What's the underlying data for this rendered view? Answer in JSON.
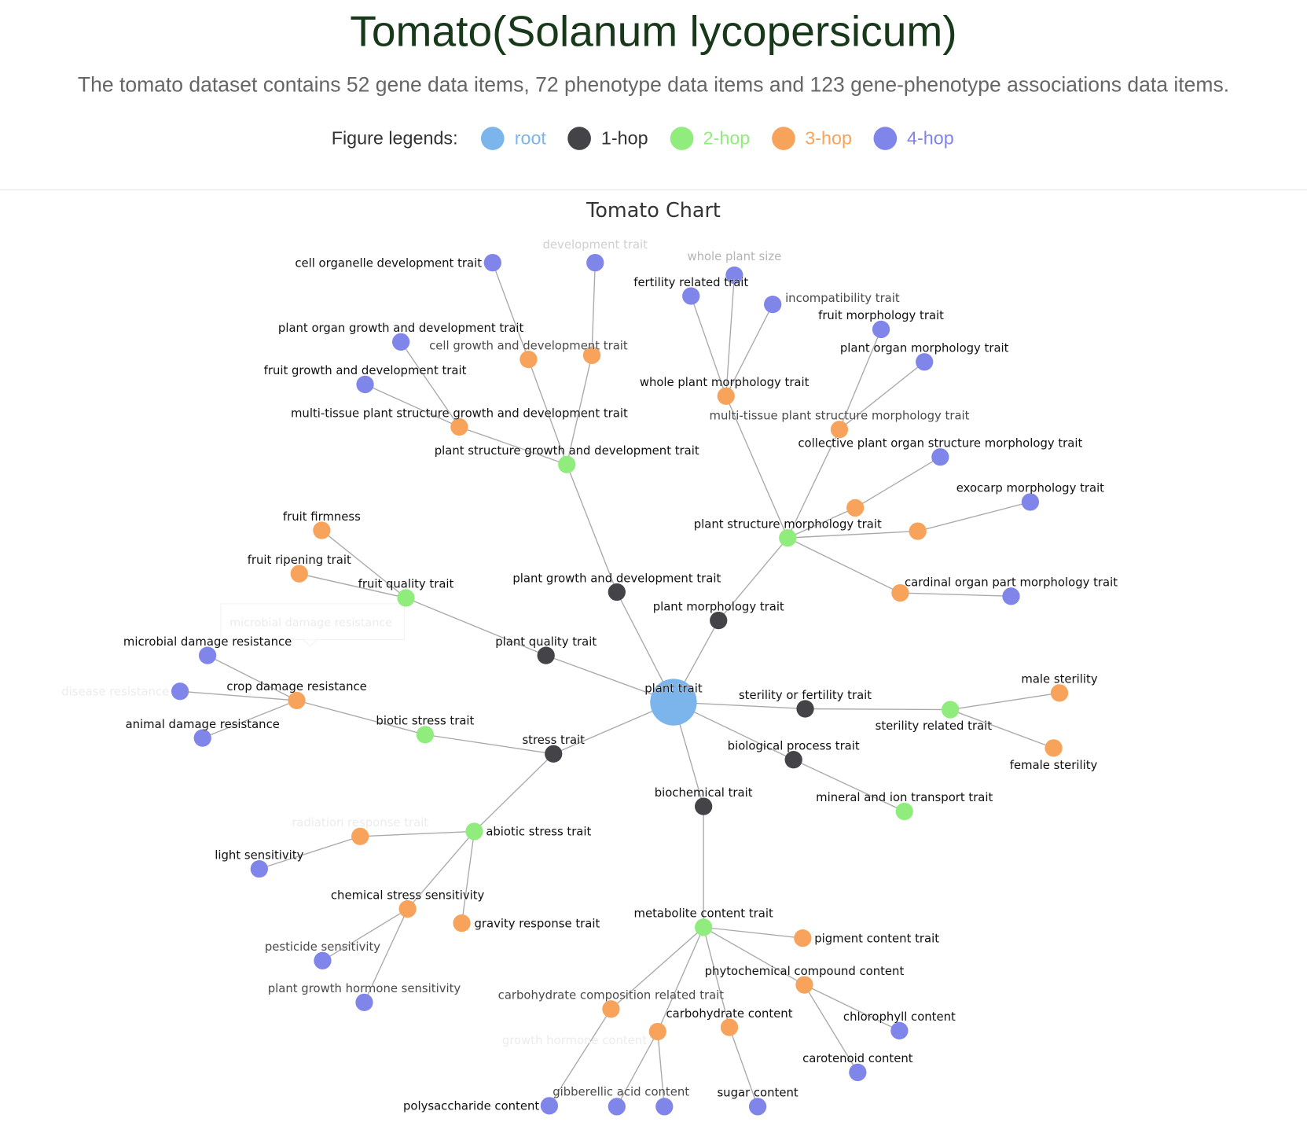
{
  "header": {
    "title": "Tomato(Solanum lycopersicum)",
    "subtitle": "The tomato dataset contains 52 gene data items, 72 phenotype data items and 123 gene-phenotype associations data items.",
    "legend_label": "Figure legends:",
    "legend": [
      {
        "label": "root",
        "color": "#7cb5ec"
      },
      {
        "label": "1-hop",
        "color": "#434348"
      },
      {
        "label": "2-hop",
        "color": "#90ed7d"
      },
      {
        "label": "3-hop",
        "color": "#f7a35c"
      },
      {
        "label": "4-hop",
        "color": "#8085e9"
      }
    ]
  },
  "chart": {
    "title": "Tomato Chart",
    "tooltip": "microbial damage resistance",
    "nodes": [
      {
        "name": "plant trait",
        "hop": 0
      },
      {
        "name": "plant growth and development trait",
        "hop": 1
      },
      {
        "name": "plant morphology trait",
        "hop": 1
      },
      {
        "name": "plant quality trait",
        "hop": 1
      },
      {
        "name": "stress trait",
        "hop": 1
      },
      {
        "name": "sterility or fertility trait",
        "hop": 1
      },
      {
        "name": "biological process trait",
        "hop": 1
      },
      {
        "name": "biochemical trait",
        "hop": 1
      },
      {
        "name": "plant structure growth and development trait",
        "hop": 2
      },
      {
        "name": "plant structure morphology trait",
        "hop": 2
      },
      {
        "name": "fruit quality trait",
        "hop": 2
      },
      {
        "name": "biotic stress trait",
        "hop": 2
      },
      {
        "name": "abiotic stress trait",
        "hop": 2
      },
      {
        "name": "sterility related trait",
        "hop": 2
      },
      {
        "name": "mineral and ion transport trait",
        "hop": 2
      },
      {
        "name": "metabolite content trait",
        "hop": 2
      },
      {
        "name": "multi-tissue plant structure growth and development trait",
        "hop": 3
      },
      {
        "name": "cell growth and development trait",
        "hop": 3
      },
      {
        "name": "",
        "hop": 3
      },
      {
        "name": "whole plant morphology trait",
        "hop": 3
      },
      {
        "name": "multi-tissue plant structure morphology trait",
        "hop": 3
      },
      {
        "name": "",
        "hop": 3
      },
      {
        "name": "",
        "hop": 3
      },
      {
        "name": "",
        "hop": 3
      },
      {
        "name": "fruit firmness",
        "hop": 3
      },
      {
        "name": "fruit ripening trait",
        "hop": 3
      },
      {
        "name": "crop damage resistance",
        "hop": 3
      },
      {
        "name": "radiation response trait",
        "hop": 3
      },
      {
        "name": "chemical stress sensitivity",
        "hop": 3
      },
      {
        "name": "gravity response trait",
        "hop": 3
      },
      {
        "name": "male sterility",
        "hop": 3
      },
      {
        "name": "female sterility",
        "hop": 3
      },
      {
        "name": "pigment content trait",
        "hop": 3
      },
      {
        "name": "phytochemical compound content",
        "hop": 3
      },
      {
        "name": "carbohydrate composition related trait",
        "hop": 3
      },
      {
        "name": "growth hormone content",
        "hop": 3
      },
      {
        "name": "carbohydrate content",
        "hop": 3
      },
      {
        "name": "cell organelle development trait",
        "hop": 4
      },
      {
        "name": "development trait",
        "hop": 4
      },
      {
        "name": "plant organ growth and development trait",
        "hop": 4
      },
      {
        "name": "fruit growth and development trait",
        "hop": 4
      },
      {
        "name": "fertility related trait",
        "hop": 4
      },
      {
        "name": "whole plant size",
        "hop": 4
      },
      {
        "name": "incompatibility trait",
        "hop": 4
      },
      {
        "name": "fruit morphology trait",
        "hop": 4
      },
      {
        "name": "plant organ morphology trait",
        "hop": 4
      },
      {
        "name": "collective plant organ structure morphology trait",
        "hop": 4
      },
      {
        "name": "exocarp morphology trait",
        "hop": 4
      },
      {
        "name": "cardinal organ part morphology trait",
        "hop": 4
      },
      {
        "name": "microbial damage resistance",
        "hop": 4
      },
      {
        "name": "disease resistance",
        "hop": 4
      },
      {
        "name": "animal damage resistance",
        "hop": 4
      },
      {
        "name": "light sensitivity",
        "hop": 4
      },
      {
        "name": "pesticide sensitivity",
        "hop": 4
      },
      {
        "name": "plant growth hormone sensitivity",
        "hop": 4
      },
      {
        "name": "chlorophyll content",
        "hop": 4
      },
      {
        "name": "carotenoid content",
        "hop": 4
      },
      {
        "name": "polysaccharide content",
        "hop": 4
      },
      {
        "name": "gibberellic acid content",
        "hop": 4
      },
      {
        "name": "",
        "hop": 4
      },
      {
        "name": "sugar content",
        "hop": 4
      }
    ],
    "edges": [
      [
        0,
        1
      ],
      [
        0,
        2
      ],
      [
        0,
        3
      ],
      [
        0,
        4
      ],
      [
        0,
        5
      ],
      [
        0,
        6
      ],
      [
        0,
        7
      ],
      [
        1,
        8
      ],
      [
        2,
        9
      ],
      [
        3,
        10
      ],
      [
        4,
        11
      ],
      [
        4,
        12
      ],
      [
        5,
        13
      ],
      [
        6,
        14
      ],
      [
        7,
        15
      ],
      [
        8,
        16
      ],
      [
        8,
        17
      ],
      [
        8,
        18
      ],
      [
        9,
        19
      ],
      [
        9,
        20
      ],
      [
        9,
        21
      ],
      [
        9,
        22
      ],
      [
        9,
        23
      ],
      [
        10,
        24
      ],
      [
        10,
        25
      ],
      [
        11,
        26
      ],
      [
        12,
        27
      ],
      [
        12,
        28
      ],
      [
        12,
        29
      ],
      [
        13,
        30
      ],
      [
        13,
        31
      ],
      [
        15,
        32
      ],
      [
        15,
        33
      ],
      [
        15,
        34
      ],
      [
        15,
        35
      ],
      [
        15,
        36
      ],
      [
        17,
        37
      ],
      [
        18,
        38
      ],
      [
        16,
        39
      ],
      [
        16,
        40
      ],
      [
        19,
        41
      ],
      [
        19,
        42
      ],
      [
        19,
        43
      ],
      [
        20,
        44
      ],
      [
        20,
        45
      ],
      [
        21,
        46
      ],
      [
        22,
        47
      ],
      [
        23,
        48
      ],
      [
        26,
        49
      ],
      [
        26,
        50
      ],
      [
        26,
        51
      ],
      [
        27,
        52
      ],
      [
        28,
        53
      ],
      [
        28,
        54
      ],
      [
        33,
        55
      ],
      [
        33,
        56
      ],
      [
        34,
        57
      ],
      [
        35,
        58
      ],
      [
        35,
        59
      ],
      [
        36,
        60
      ]
    ]
  }
}
